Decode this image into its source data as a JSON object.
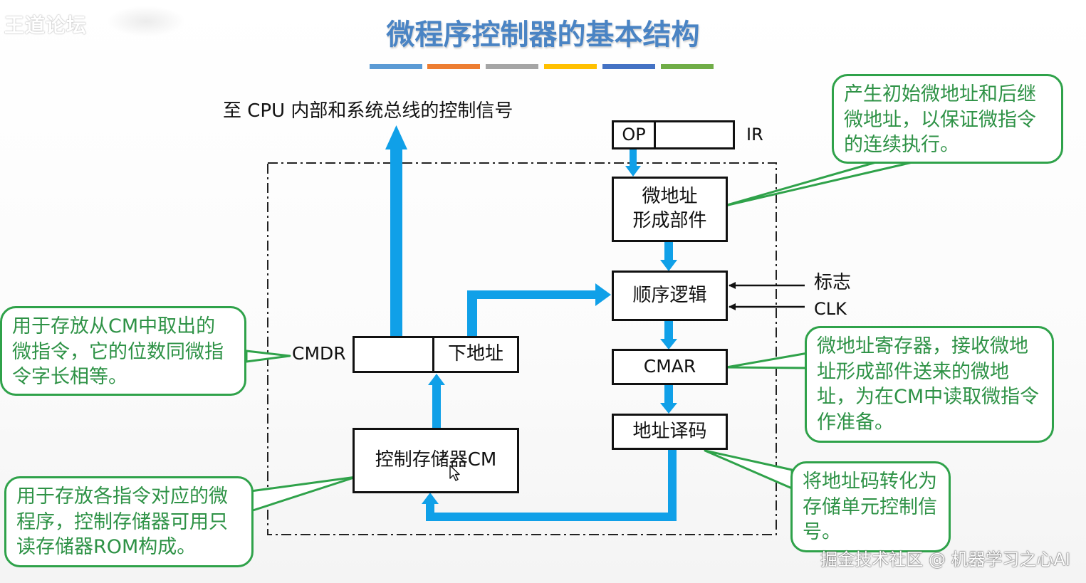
{
  "watermark": {
    "forum": "王道论坛",
    "footer": "掘金技术社区 @ 机器学习之心AI"
  },
  "title": "微程序控制器的基本结构",
  "title_rule_colors": [
    "#5b9bd5",
    "#ed7d31",
    "#a5a5a5",
    "#ffc000",
    "#4472c4",
    "#70ad47"
  ],
  "colors": {
    "bus": "#10a0e8",
    "note_border": "#2fa24a",
    "note_text": "#2e9246",
    "title": "#4a84c4"
  },
  "labels": {
    "top_output": "至 CPU 内部和系统总线的控制信号",
    "ir": "IR",
    "op": "OP",
    "flags": "标志",
    "clk": "CLK",
    "cmdr": "CMDR"
  },
  "blocks": {
    "micro_addr_gen": "微地址\n形成部件",
    "sequence_logic": "顺序逻辑",
    "cmar": "CMAR",
    "addr_decoder": "地址译码",
    "cmdr_next_addr": "下地址",
    "control_store": "控制存储器CM"
  },
  "notes": {
    "micro_addr_gen": "产生初始微地址和后继微地址，以保证微指令的连续执行。",
    "cmdr": "用于存放从CM中取出的微指令，它的位数同微指令字长相等。",
    "cmar": "微地址寄存器，接收微地址形成部件送来的微地址，为在CM中读取微指令作准备。",
    "decoder": "将地址码转化为存储单元控制信号。",
    "control_store": "用于存放各指令对应的微程序，控制存储器可用只读存储器ROM构成。"
  },
  "icons": [
    "mouse-cursor-icon"
  ]
}
